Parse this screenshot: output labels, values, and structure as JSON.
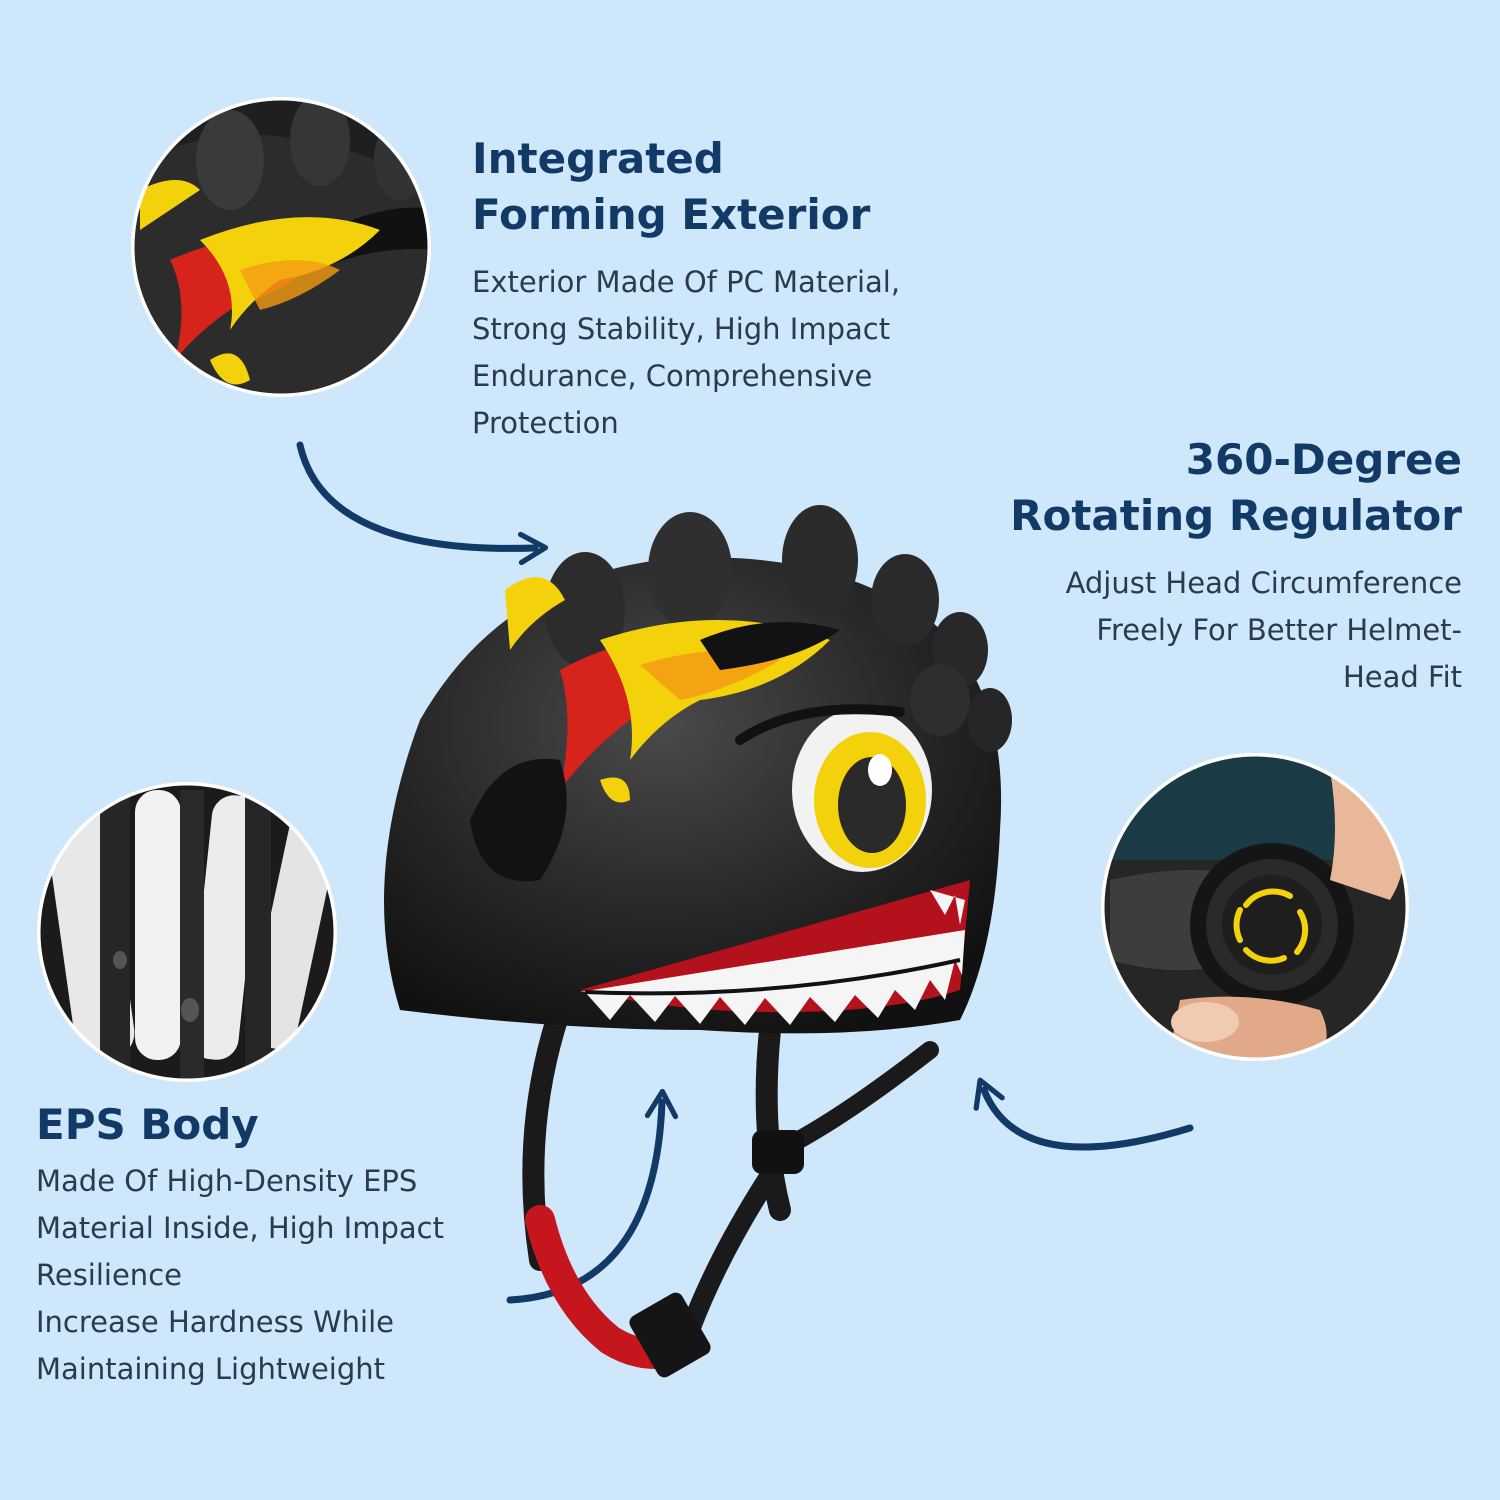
{
  "colors": {
    "background": "#cfe7fb",
    "heading": "#123a66",
    "body_text": "#2c3a4d",
    "arrow": "#123a66",
    "helmet_shell": "#232323",
    "flame_yellow": "#f3d20c",
    "flame_red": "#d6231b",
    "strap_red": "#c4161c"
  },
  "icons": {
    "callout_arrow": "curved-arrow-icon",
    "helmet": "dinosaur-helmet-icon"
  },
  "features": {
    "integrated": {
      "title": [
        "Integrated",
        "Forming Exterior"
      ],
      "desc": [
        "Exterior Made Of PC Material,",
        "Strong Stability, High Impact",
        "Endurance, Comprehensive",
        "Protection"
      ]
    },
    "rotating": {
      "title": [
        "360-Degree",
        "Rotating Regulator"
      ],
      "desc": [
        "Adjust Head Circumference",
        "Freely For Better Helmet-",
        "Head Fit"
      ]
    },
    "eps": {
      "title": [
        "EPS Body"
      ],
      "desc": [
        "Made Of High-Density EPS",
        "Material Inside, High Impact",
        "Resilience",
        "Increase Hardness While",
        "Maintaining Lightweight"
      ]
    }
  }
}
